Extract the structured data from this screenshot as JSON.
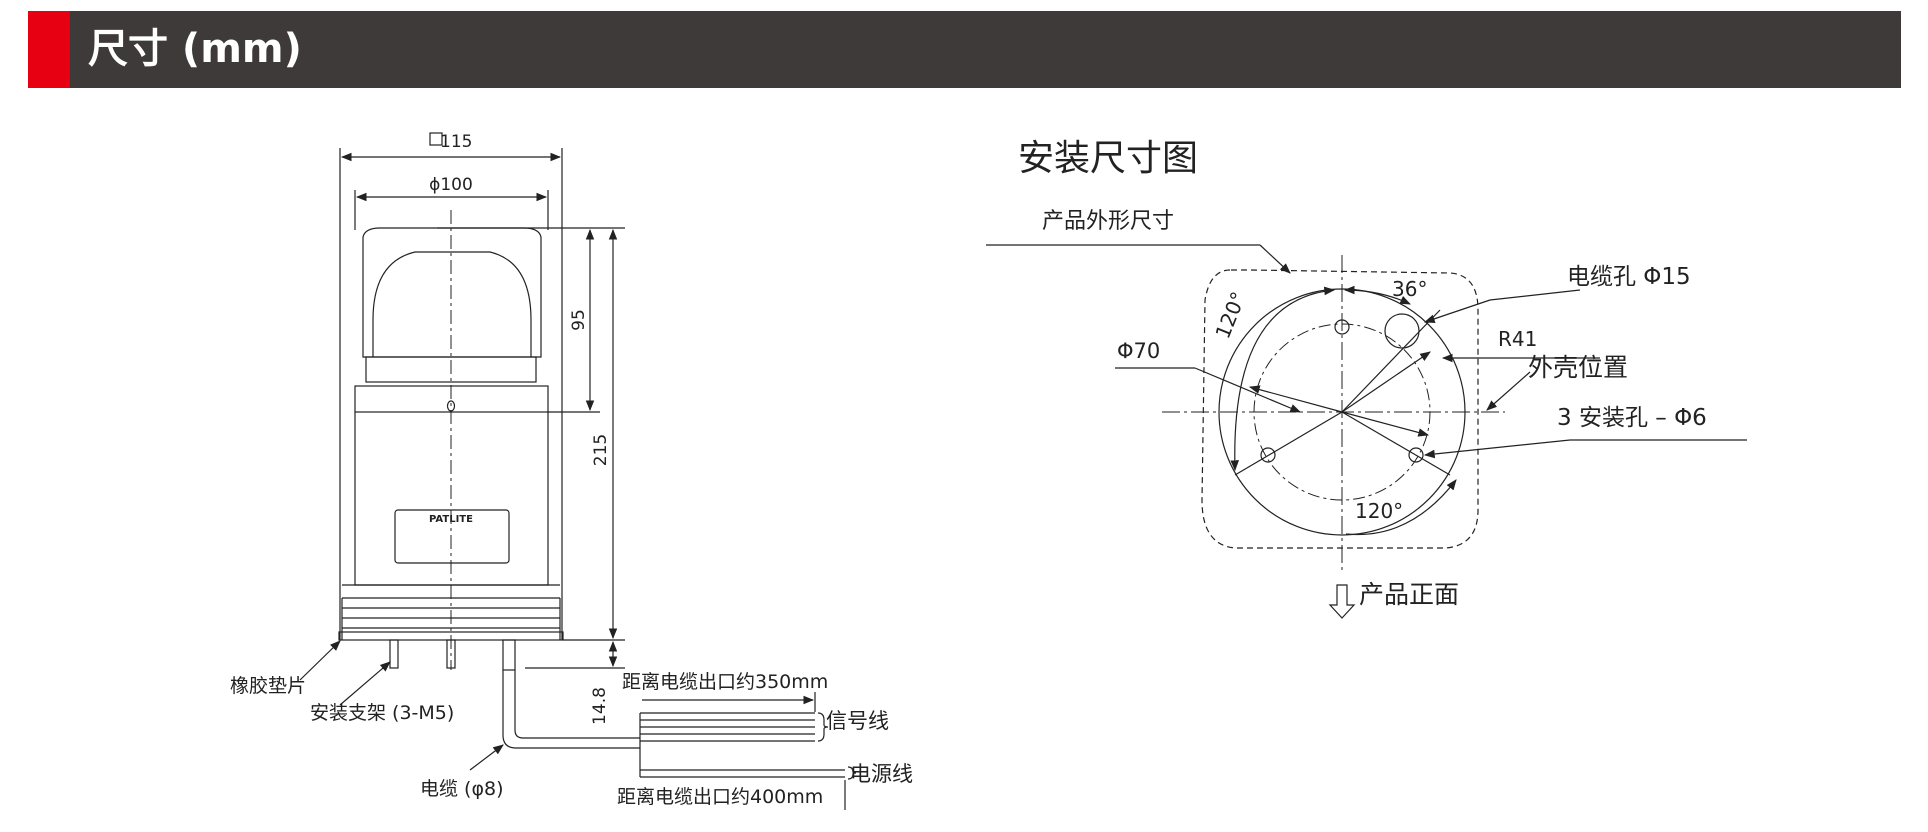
{
  "header": {
    "title": "尺寸 (mm)",
    "accent_color": "#e60012",
    "bar_color": "#3e3a39"
  },
  "front_view": {
    "dim_square": "□115",
    "dim_diameter": "ϕ100",
    "dim_height_top": "95",
    "dim_height_total": "215",
    "dim_bottom": "14.8",
    "logo_text": "PATLITE",
    "labels": {
      "rubber_pad": "橡胶垫片",
      "bracket": "安装支架 (3-M5)",
      "cable": "电缆 (φ8)",
      "cable_dist_350": "距离电缆出口约350mm",
      "signal_wire": "信号线",
      "power_wire": "电源线",
      "cable_dist_400": "距离电缆出口约400mm"
    }
  },
  "mount_view": {
    "title": "安装尺寸图",
    "outline_label": "产品外形尺寸",
    "cable_hole": "电缆孔 Φ15",
    "angle_36": "36°",
    "angle_120_left": "120°",
    "angle_120_bottom": "120°",
    "r41": "R41",
    "housing_position": "外壳位置",
    "phi70": "Φ70",
    "mount_holes": "3 安装孔 – Φ6",
    "product_front": "产品正面"
  }
}
